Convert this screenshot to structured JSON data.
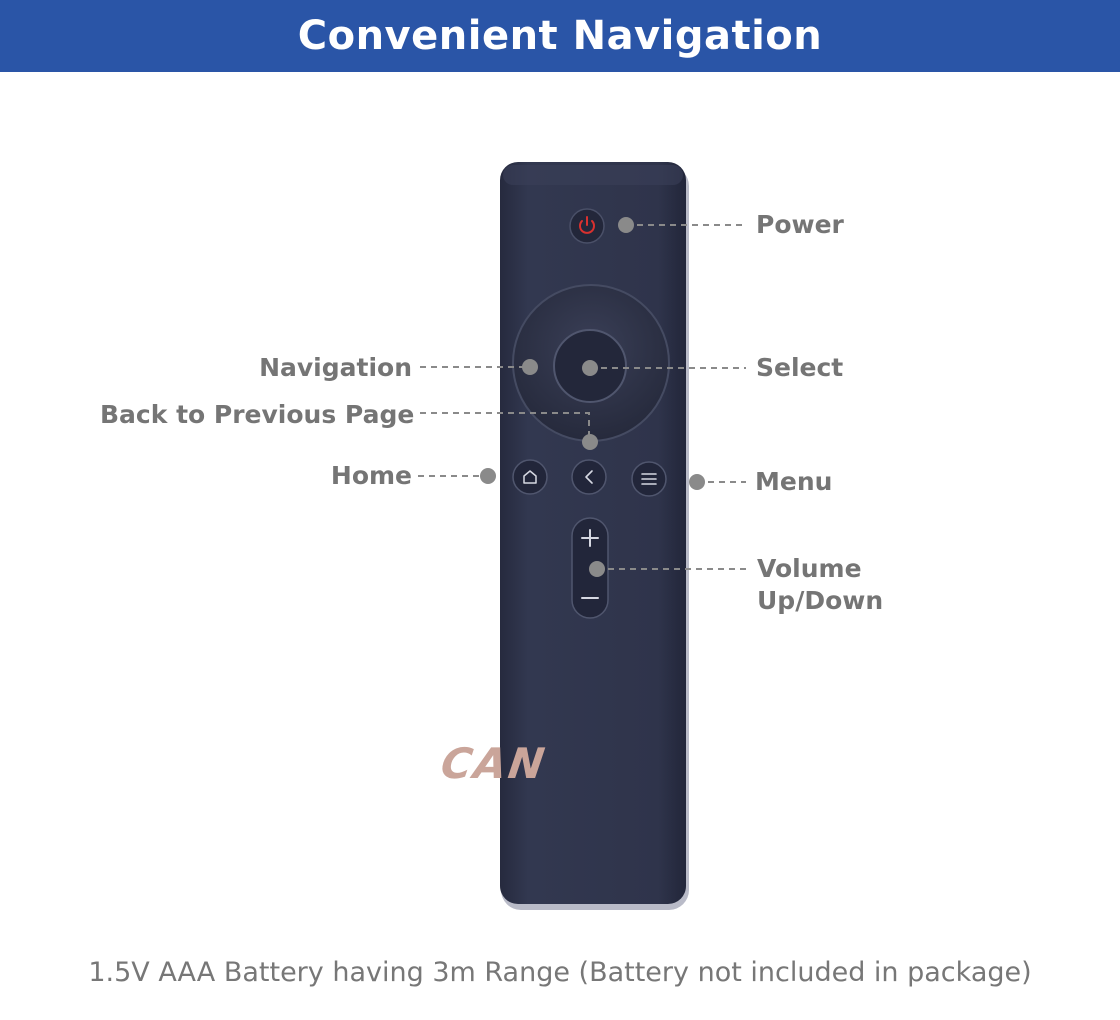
{
  "header": {
    "title": "Convenient Navigation"
  },
  "remote": {
    "brand_logo": "CAN",
    "body_color": "#2d3249",
    "power_icon_color": "#d9312f",
    "logo_color": "#caa59a"
  },
  "callouts": {
    "power": "Power",
    "navigation": "Navigation",
    "select": "Select",
    "back": "Back to Previous Page",
    "home": "Home",
    "menu": "Menu",
    "volume_line1": "Volume",
    "volume_line2": "Up/Down"
  },
  "footer": {
    "note": "1.5V AAA Battery having 3m Range (Battery not included in package)"
  },
  "colors": {
    "banner": "#2a55a7",
    "label_text": "#757575",
    "marker": "#888888"
  }
}
